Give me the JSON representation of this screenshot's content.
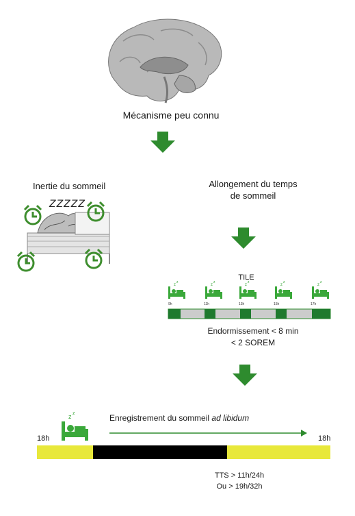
{
  "top": {
    "caption": "Mécanisme peu connu"
  },
  "left": {
    "title": "Inertie du sommeil",
    "snore_text": "ZZZZZ"
  },
  "right": {
    "title_line1": "Allongement du temps",
    "title_line2": "de sommeil",
    "tile_label": "TILE",
    "nap_times": [
      "9h",
      "11h",
      "13h",
      "15h",
      "17h"
    ],
    "result_line1": "Endormissement < 8 min",
    "result_line2": "< 2 SOREM"
  },
  "bottom": {
    "recording_text": "Enregistrement du sommeil ",
    "recording_italic": "ad libidum",
    "start_time": "18h",
    "end_time": "18h",
    "tts_line1": "TTS > 11h/24h",
    "tts_line2": "Ou > 19h/32h"
  },
  "colors": {
    "green": "#2e8b2e",
    "yellow": "#e8e83a",
    "black": "#000000",
    "gray": "#cccccc"
  }
}
